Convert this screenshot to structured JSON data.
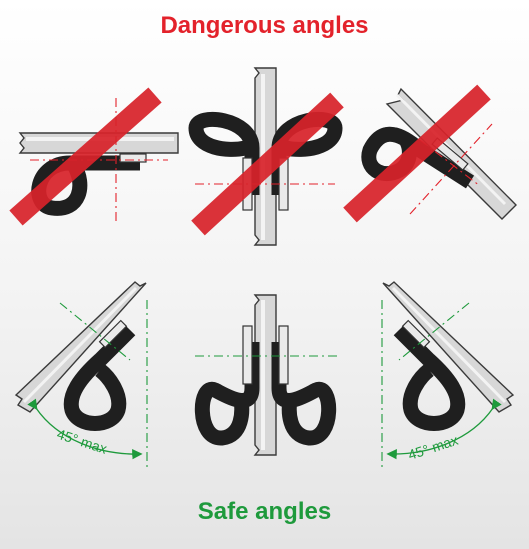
{
  "titles": {
    "danger": "Dangerous angles",
    "safe": "Safe angles"
  },
  "labels": {
    "angle_left": "45° max",
    "angle_right": "45° max"
  },
  "colors": {
    "danger": "#e3222b",
    "safe": "#1e9a3c",
    "slash": "#d7222a"
  }
}
